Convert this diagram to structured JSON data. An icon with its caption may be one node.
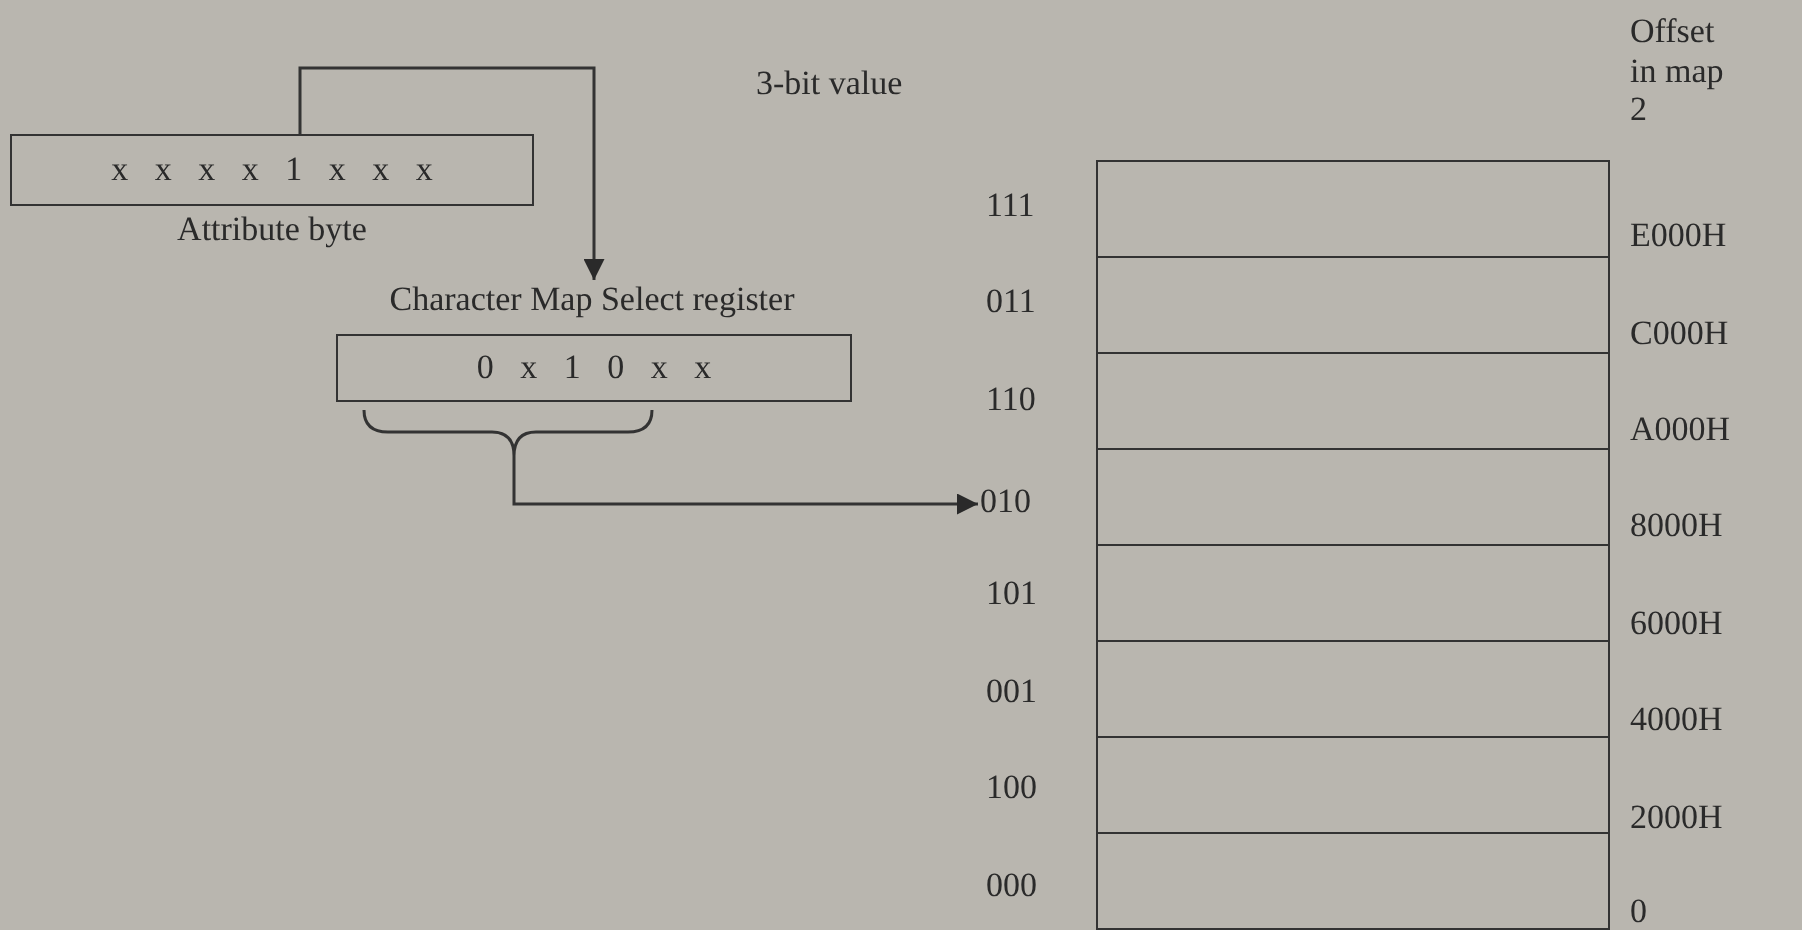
{
  "diagram": {
    "nodes": [
      {
        "text": [
          "x x x x 1 x x x"
        ],
        "beside": [
          "Attribute byte"
        ]
      },
      {
        "text": [
          "0 x 1 0 x x"
        ],
        "beside": [
          "Character Map Select register"
        ]
      },
      {
        "text": [
          "010"
        ]
      },
      {
        "text": [],
        "shape": "box"
      },
      {
        "text": [],
        "shape": "box"
      },
      {
        "text": [],
        "shape": "box"
      },
      {
        "text": [],
        "shape": "box"
      },
      {
        "text": [],
        "shape": "box"
      },
      {
        "text": [],
        "shape": "box"
      },
      {
        "text": [],
        "shape": "box"
      },
      {
        "text": [],
        "shape": "box"
      }
    ],
    "edges": [
      {
        "from": 0,
        "to": 1,
        "arrow": "to"
      },
      {
        "from": 1,
        "to": 2,
        "arrow": "to"
      }
    ],
    "labels": [
      "3-bit value",
      "Offset in map 2",
      "111",
      "E000H",
      "011",
      "C000H",
      "110",
      "A000H",
      "8000H",
      "101",
      "6000H",
      "001",
      "4000H",
      "100",
      "2000H",
      "000",
      "0"
    ]
  }
}
